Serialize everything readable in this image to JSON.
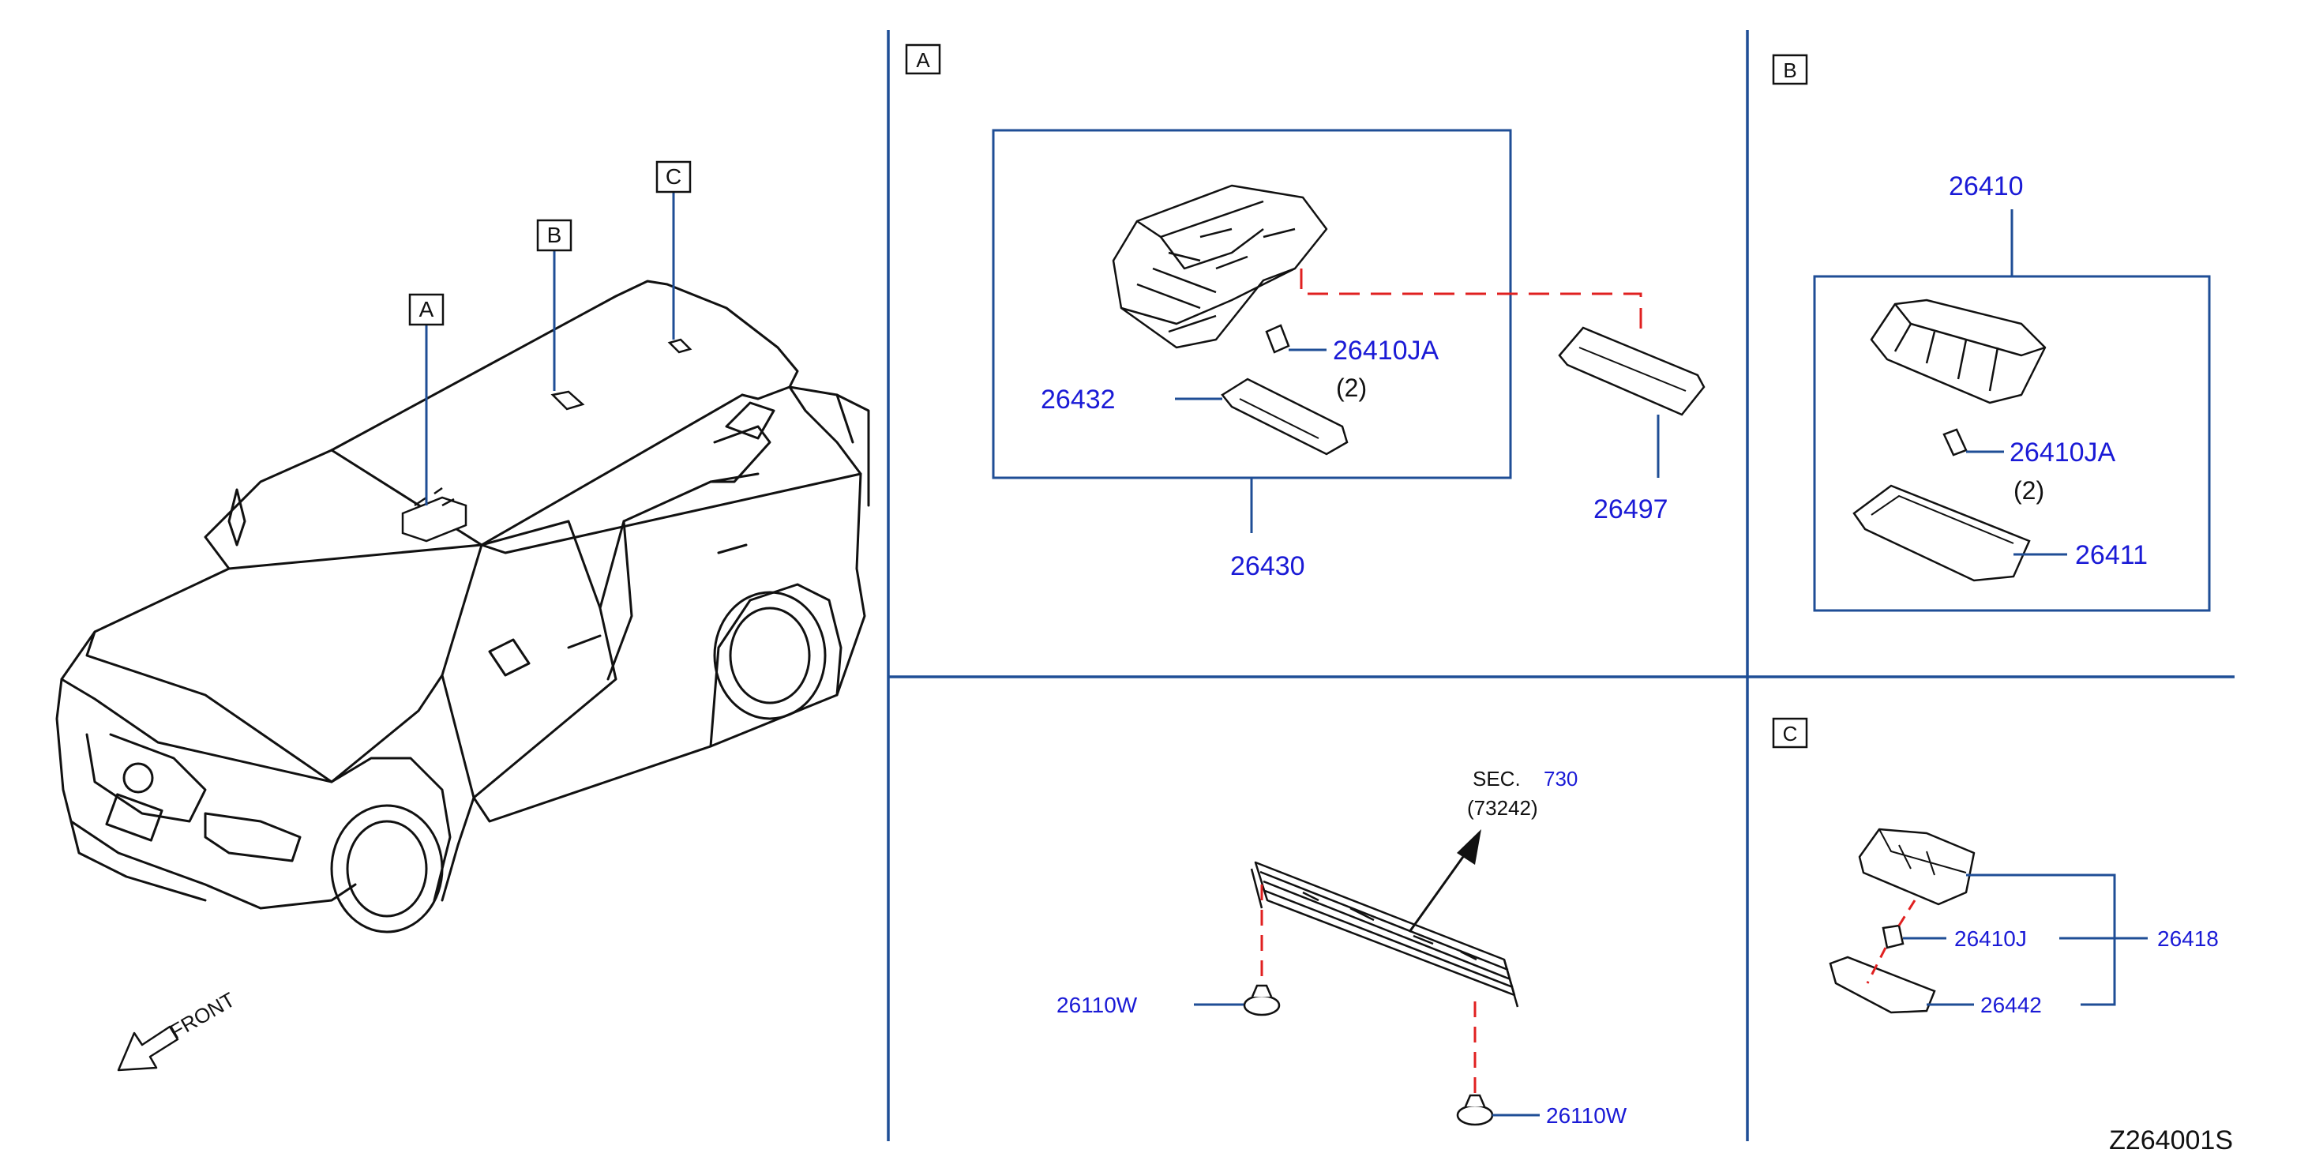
{
  "colors": {
    "part_number": "#1a1ad6",
    "divider": "#1f4e96",
    "dashed": "#e02020",
    "ink": "#111111"
  },
  "overview": {
    "labels": [
      "A",
      "B",
      "C"
    ],
    "front_label": "FRONT"
  },
  "panel_a": {
    "section_label": "A",
    "parts": {
      "p26410JA": "26410JA",
      "qty": "(2)",
      "p26432": "26432",
      "p26497": "26497",
      "p26430": "26430"
    }
  },
  "panel_b": {
    "section_label": "B",
    "parts": {
      "p26410": "26410",
      "p26410JA": "26410JA",
      "qty": "(2)",
      "p26411": "26411"
    }
  },
  "panel_c": {
    "section_label": "C",
    "parts": {
      "p26410J": "26410J",
      "p26418": "26418",
      "p26442": "26442"
    }
  },
  "panel_bottom": {
    "sec_prefix": "SEC.",
    "sec_number": "730",
    "sec_sub": "(73242)",
    "p26110W_left": "26110W",
    "p26110W_right": "26110W"
  },
  "diagram_id": "Z264001S"
}
